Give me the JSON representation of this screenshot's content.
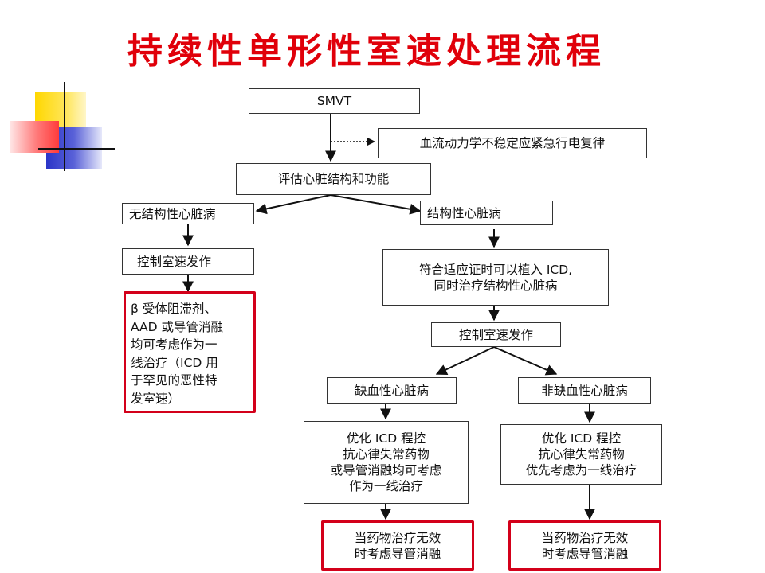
{
  "title": "持续性单形性室速处理流程",
  "colors": {
    "title": "#e0000a",
    "highlight_border": "#d3001a",
    "line": "#111111",
    "deco_yellow": "#ffd700",
    "deco_blue": "#2b35c8",
    "deco_red": "#ff3b3b"
  },
  "nodes": {
    "smvt": "SMVT",
    "unstable": "血流动力学不稳定应紧急行电复律",
    "evaluate": "评估心脏结构和功能",
    "no_structural": "无结构性心脏病",
    "structural": "结构性心脏病",
    "control_left": "控制室速发作",
    "left_treatment": "β 受体阻滞剂、\nAAD 或导管消融\n均可考虑作为一\n线治疗（ICD 用\n于罕见的恶性特\n发室速）",
    "icd_indication": "符合适应证时可以植入 ICD,\n同时治疗结构性心脏病",
    "control_right": "控制室速发作",
    "ischemic": "缺血性心脏病",
    "nonischemic": "非缺血性心脏病",
    "ischemic_treatment": "优化 ICD 程控\n抗心律失常药物\n或导管消融均可考虑\n作为一线治疗",
    "nonischemic_treatment": "优化 ICD 程控\n抗心律失常药物\n优先考虑为一线治疗",
    "ischemic_fail": "当药物治疗无效\n时考虑导管消融",
    "nonischemic_fail": "当药物治疗无效\n时考虑导管消融"
  }
}
